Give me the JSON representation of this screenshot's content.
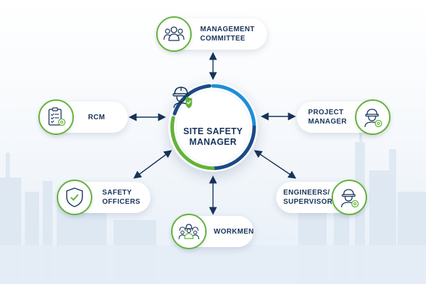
{
  "diagram": {
    "center": {
      "title_line1": "SITE SAFETY",
      "title_line2": "MANAGER"
    },
    "nodes": {
      "management": {
        "line1": "MANAGEMENT",
        "line2": "COMMITTEE",
        "icon": "group-of-people-icon"
      },
      "rcm": {
        "line1": "RCM",
        "icon": "clipboard-checklist-icon"
      },
      "project": {
        "line1": "PROJECT",
        "line2": "MANAGER",
        "icon": "worker-gear-icon"
      },
      "safety": {
        "line1": "SAFETY",
        "line2": "OFFICERS",
        "icon": "shield-check-icon"
      },
      "engineers": {
        "line1": "ENGINEERS/",
        "line2": "SUPERVISORS",
        "icon": "worker-gear-icon"
      },
      "workmen": {
        "line1": "WORKMEN",
        "icon": "workers-group-icon"
      }
    },
    "colors": {
      "navy": "#17335a",
      "green": "#64b33a",
      "blue": "#1f8ed8",
      "dark_blue": "#1a4a86",
      "background": "#f6f9fc"
    }
  }
}
